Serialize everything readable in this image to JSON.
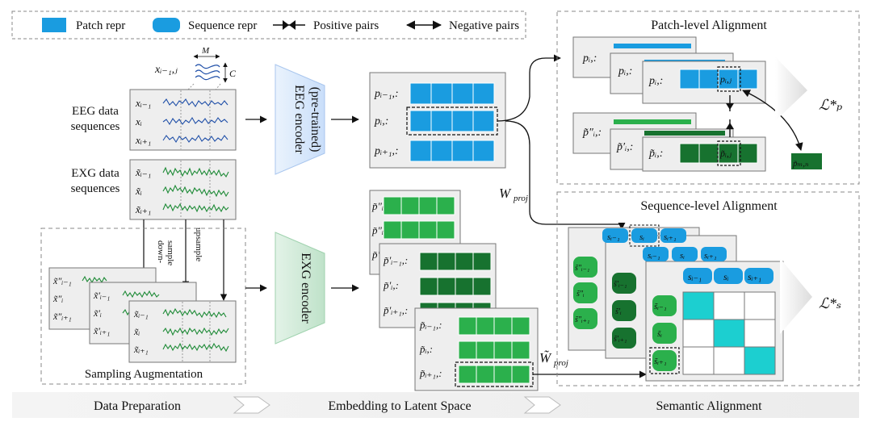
{
  "legend": {
    "patch": "Patch repr",
    "sequence": "Sequence repr",
    "positive": "Positive pairs",
    "negative": "Negative pairs"
  },
  "prep": {
    "eeg_label1": "EEG data",
    "eeg_label2": "sequences",
    "exg_label1": "EXG data",
    "exg_label2": "sequences",
    "dim_m": "M",
    "dim_c": "C",
    "x_top": "xᵢ₋₁,ⱼ",
    "eeg_rows": [
      "xᵢ₋₁",
      "xᵢ",
      "xᵢ₊₁"
    ],
    "exg_rows": [
      "x̃ᵢ₋₁",
      "x̃ᵢ",
      "x̃ᵢ₊₁"
    ],
    "aug_rows1": [
      "x̃″ᵢ₋₁",
      "x̃″ᵢ",
      "x̃″ᵢ₊₁"
    ],
    "aug_rows2": [
      "x̃′ᵢ₋₁",
      "x̃′ᵢ",
      "x̃′ᵢ₊₁"
    ],
    "aug_rows3": [
      "x̃ᵢ₋₁",
      "x̃ᵢ",
      "x̃ᵢ₊₁"
    ],
    "down1": "down-",
    "down2": "sample",
    "up": "upsample",
    "aug_title": "Sampling Augmentation"
  },
  "encoders": {
    "eeg": "EEG encoder",
    "eeg_sub": "(pre-trained)",
    "exg": "EXG encoder"
  },
  "embed": {
    "eeg_rows": [
      "pᵢ₋₁,:",
      "pᵢ,:",
      "pᵢ₊₁,:"
    ],
    "g1_rows": [
      "p̃″ᵢ₋₁,:",
      "p̃″ᵢ,:",
      "p̃″ᵢ₊₁,:"
    ],
    "g2_rows": [
      "p̃′ᵢ₋₁,:",
      "p̃′ᵢ,:",
      "p̃′ᵢ₊₁,:"
    ],
    "g3_rows": [
      "p̃ᵢ₋₁,:",
      "p̃ᵢ,:",
      "p̃ᵢ₊₁,:"
    ],
    "w_proj": "W",
    "w_proj_sub": "proj",
    "w_tilde": "W̃",
    "w_tilde_sub": "proj"
  },
  "patch_align": {
    "title": "Patch-level Alignment",
    "p_labels": [
      "pᵢ,:",
      "pᵢ,:",
      "pᵢ,:"
    ],
    "pt_labels": [
      "p̃″ᵢ,:",
      "p̃′ᵢ,:",
      "p̃ᵢ,:"
    ],
    "pij": "pᵢ,ⱼ",
    "ptij": "p̃ᵢ,ⱼ",
    "ptmn": "p̃ₘ,ₙ",
    "loss": "ℒ*ₚ"
  },
  "seq_align": {
    "title": "Sequence-level Alignment",
    "s_labels": [
      "sᵢ₋₁",
      "sᵢ",
      "sᵢ₊₁"
    ],
    "st1": [
      "s̃″ᵢ₋₁",
      "s̃″ᵢ",
      "s̃″ᵢ₊₁"
    ],
    "st2": [
      "s̃′ᵢ₋₁",
      "s̃′ᵢ",
      "s̃′ᵢ₊₁"
    ],
    "st3": [
      "s̃ᵢ₋₁",
      "s̃ᵢ",
      "s̃ᵢ₊₁"
    ],
    "loss": "ℒ*ₛ"
  },
  "stages": [
    "Data Preparation",
    "Embedding to Latent Space",
    "Semantic Alignment"
  ],
  "colors": {
    "blue": "#1a9ce0",
    "blue_light": "#29a8e8",
    "green_light": "#2bb04c",
    "green_dark": "#17722f",
    "teal": "#1ccfd0",
    "eeg_enc": "#d5e7fb",
    "exg_enc": "#cde8d6"
  }
}
